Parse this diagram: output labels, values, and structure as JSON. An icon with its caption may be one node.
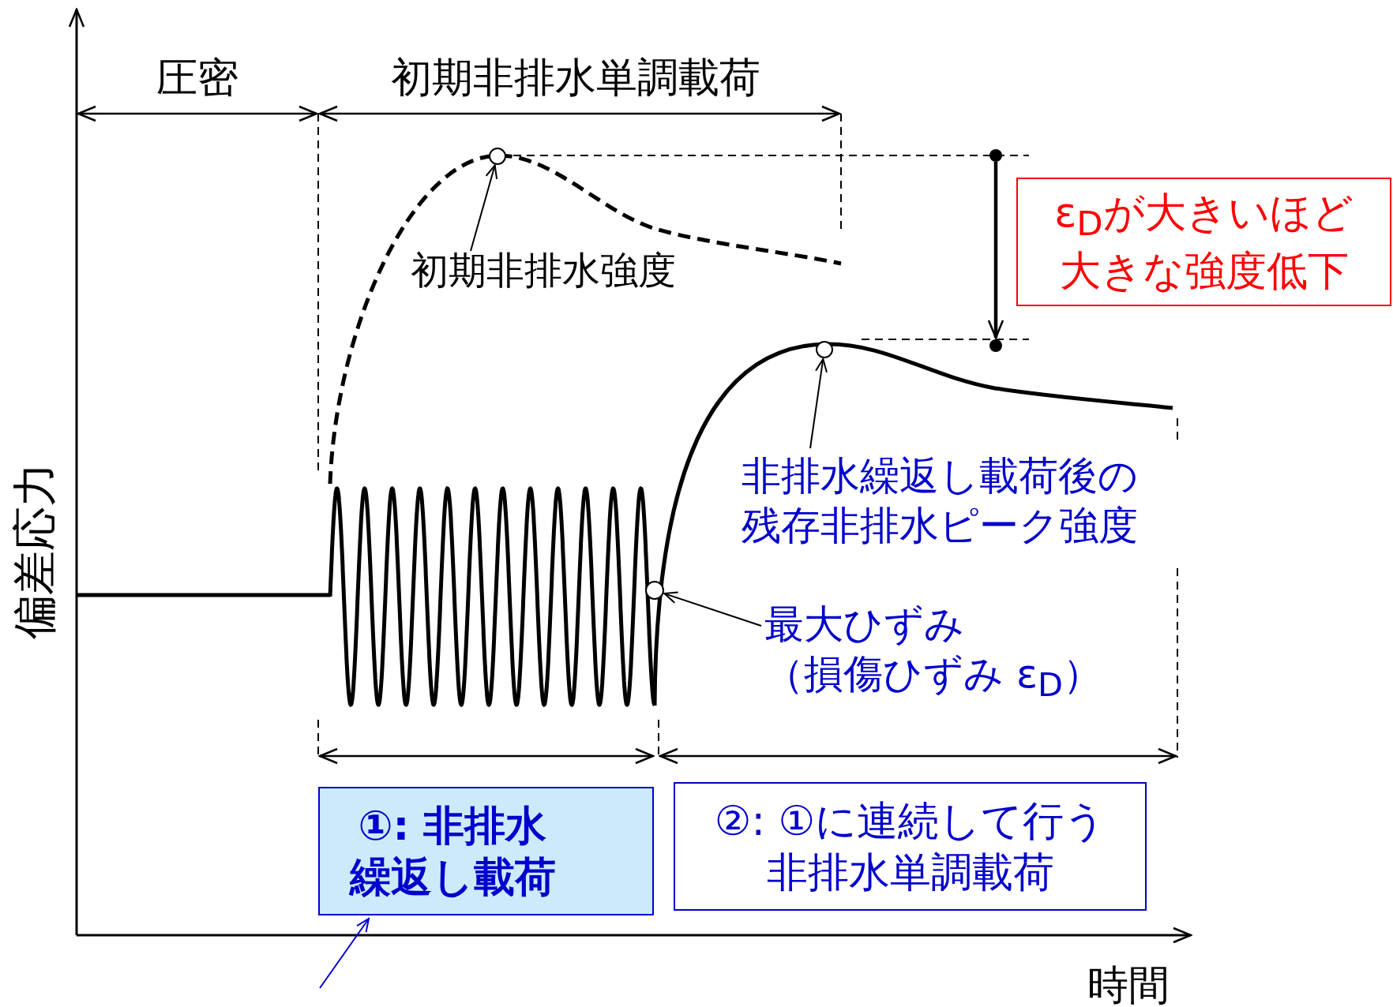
{
  "diagram": {
    "nodes": [
      {
        "text": [
          "初期非排水強度"
        ]
      },
      {
        "text": [],
        "shape": "circle"
      },
      {
        "text": [
          "非排水繰返し載荷後の残存非排水ピーク強度"
        ]
      },
      {
        "text": [],
        "shape": "circle"
      },
      {
        "text": [
          "最大ひずみ（損傷ひずみ ε$_{D}$）"
        ]
      },
      {
        "text": [],
        "shape": "circle"
      },
      {
        "text": [
          "①: 非排水繰返し載荷"
        ]
      },
      {
        "text": [
          "②: ①に連続して行う非排水単調載荷"
        ]
      },
      {
        "text": [
          "ε$_{D}$が大きいほど大きな強度低下"
        ]
      }
    ],
    "edges": [
      {
        "from": 0,
        "to": 1,
        "arrow": "to"
      },
      {
        "from": 2,
        "to": 3,
        "arrow": "to"
      },
      {
        "from": 4,
        "to": 5,
        "arrow": "to"
      },
      {
        "from": null,
        "to": 6,
        "arrow": "to",
        "color": "#0000cc"
      }
    ],
    "labels": [
      "圧密",
      "初期非排水単調載荷",
      "偏差応力",
      "時間"
    ]
  }
}
